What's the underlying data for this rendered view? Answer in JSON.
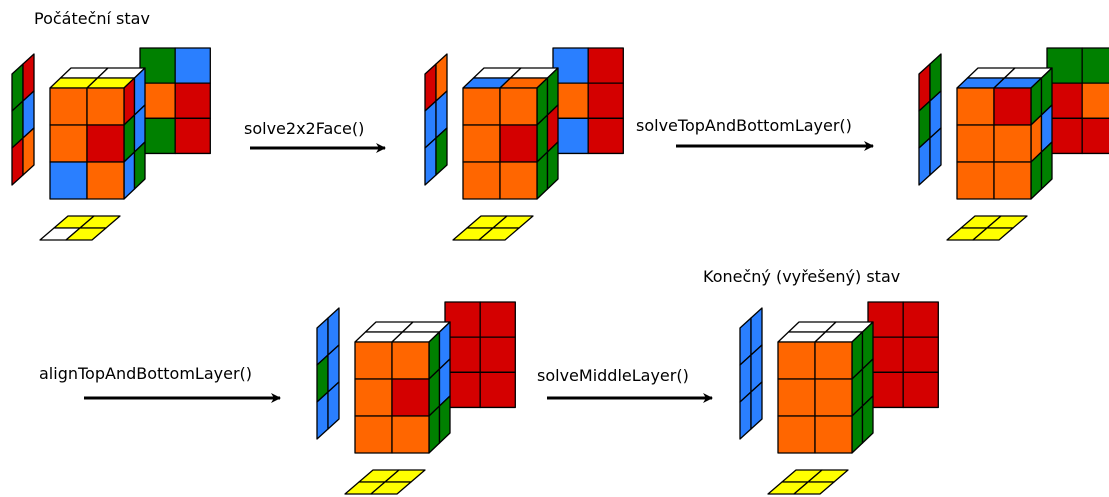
{
  "labels": {
    "initial_state": "Počáteční stav",
    "final_state": "Konečný (vyřešený) stav"
  },
  "steps": [
    {
      "label": "solve2x2Face()"
    },
    {
      "label": "solveTopAndBottomLayer()"
    },
    {
      "label": "alignTopAndBottomLayer()"
    },
    {
      "label": "solveMiddleLayer()"
    }
  ],
  "colors": {
    "W": "#ffffff",
    "Y": "#ffff00",
    "O": "#ff6600",
    "R": "#d40000",
    "G": "#008000",
    "B": "#2a7fff",
    "outline": "#000000",
    "arrow": "#000000"
  },
  "cubes": [
    {
      "name": "cube-initial",
      "top": [
        "W",
        "W",
        "Y",
        "Y"
      ],
      "front": [
        "O",
        "O",
        "O",
        "R",
        "B",
        "O"
      ],
      "right": [
        "R",
        "B",
        "G",
        "B",
        "B",
        "G"
      ],
      "back": [
        "G",
        "B",
        "O",
        "R",
        "G",
        "R"
      ],
      "left": [
        "G",
        "R",
        "G",
        "B",
        "R",
        "O"
      ],
      "bottom": [
        "Y",
        "Y",
        "W",
        "Y"
      ]
    },
    {
      "name": "cube-after-face",
      "top": [
        "W",
        "W",
        "B",
        "O"
      ],
      "front": [
        "O",
        "O",
        "O",
        "R",
        "O",
        "O"
      ],
      "right": [
        "G",
        "G",
        "G",
        "R",
        "G",
        "G"
      ],
      "back": [
        "B",
        "R",
        "O",
        "R",
        "B",
        "R"
      ],
      "left": [
        "R",
        "O",
        "B",
        "B",
        "B",
        "G"
      ],
      "bottom": [
        "Y",
        "Y",
        "Y",
        "Y"
      ]
    },
    {
      "name": "cube-after-layers",
      "top": [
        "W",
        "W",
        "B",
        "B"
      ],
      "front": [
        "O",
        "R",
        "O",
        "O",
        "O",
        "O"
      ],
      "right": [
        "G",
        "G",
        "O",
        "B",
        "G",
        "G"
      ],
      "back": [
        "G",
        "G",
        "R",
        "O",
        "R",
        "R"
      ],
      "left": [
        "R",
        "G",
        "G",
        "B",
        "B",
        "B"
      ],
      "bottom": [
        "Y",
        "Y",
        "Y",
        "Y"
      ]
    },
    {
      "name": "cube-aligned",
      "top": [
        "W",
        "W",
        "W",
        "W"
      ],
      "front": [
        "O",
        "O",
        "O",
        "R",
        "O",
        "O"
      ],
      "right": [
        "G",
        "B",
        "G",
        "B",
        "G",
        "G"
      ],
      "back": [
        "R",
        "R",
        "R",
        "R",
        "R",
        "R"
      ],
      "left": [
        "B",
        "B",
        "G",
        "B",
        "B",
        "B"
      ],
      "bottom": [
        "Y",
        "Y",
        "Y",
        "Y"
      ]
    },
    {
      "name": "cube-solved",
      "top": [
        "W",
        "W",
        "W",
        "W"
      ],
      "front": [
        "O",
        "O",
        "O",
        "O",
        "O",
        "O"
      ],
      "right": [
        "G",
        "G",
        "G",
        "G",
        "G",
        "G"
      ],
      "back": [
        "R",
        "R",
        "R",
        "R",
        "R",
        "R"
      ],
      "left": [
        "B",
        "B",
        "B",
        "B",
        "B",
        "B"
      ],
      "bottom": [
        "Y",
        "Y",
        "Y",
        "Y"
      ]
    }
  ]
}
